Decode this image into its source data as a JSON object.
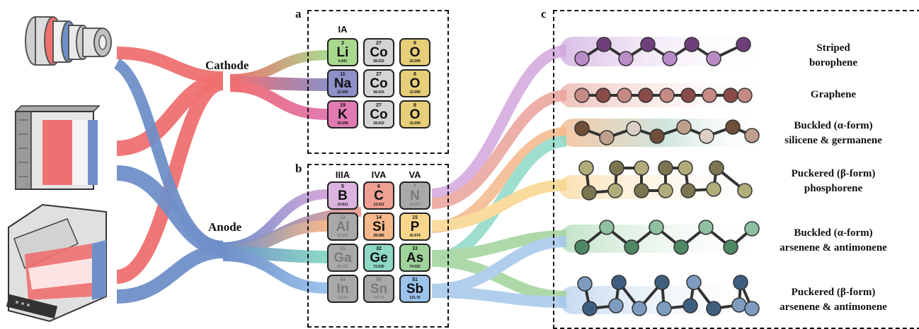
{
  "panels": {
    "a": "a",
    "b": "b",
    "c": "c"
  },
  "labels": {
    "cathode": "Cathode",
    "anode": "Anode"
  },
  "table_a": {
    "header": "IA",
    "rows": [
      [
        {
          "num": "3",
          "sym": "Li",
          "mass": "6.941",
          "color": "#a8d88e",
          "dim": false
        },
        {
          "num": "27",
          "sym": "Co",
          "mass": "58.933",
          "color": "#d4d4d4",
          "dim": false
        },
        {
          "num": "8",
          "sym": "O",
          "mass": "15.999",
          "color": "#e6cf78",
          "dim": false
        }
      ],
      [
        {
          "num": "11",
          "sym": "Na",
          "mass": "22.990",
          "color": "#8e8fc6",
          "dim": false
        },
        {
          "num": "27",
          "sym": "Co",
          "mass": "58.933",
          "color": "#d4d4d4",
          "dim": false
        },
        {
          "num": "8",
          "sym": "O",
          "mass": "15.999",
          "color": "#e6cf78",
          "dim": false
        }
      ],
      [
        {
          "num": "19",
          "sym": "K",
          "mass": "39.098",
          "color": "#e27ab3",
          "dim": false
        },
        {
          "num": "27",
          "sym": "Co",
          "mass": "58.933",
          "color": "#d4d4d4",
          "dim": false
        },
        {
          "num": "8",
          "sym": "O",
          "mass": "15.999",
          "color": "#e6cf78",
          "dim": false
        }
      ]
    ]
  },
  "table_b": {
    "headers": [
      "IIIA",
      "IVA",
      "VA"
    ],
    "rows": [
      [
        {
          "num": "5",
          "sym": "B",
          "mass": "10.811",
          "color": "#dcb3df",
          "dim": false
        },
        {
          "num": "6",
          "sym": "C",
          "mass": "12.011",
          "color": "#ef9f93",
          "dim": false
        },
        {
          "num": "7",
          "sym": "N",
          "mass": "14.007",
          "color": "#a9a9a9",
          "dim": true
        }
      ],
      [
        {
          "num": "13",
          "sym": "Al",
          "mass": "26.982",
          "color": "#a9a9a9",
          "dim": true
        },
        {
          "num": "14",
          "sym": "Si",
          "mass": "28.085",
          "color": "#f5b88b",
          "dim": false
        },
        {
          "num": "15",
          "sym": "P",
          "mass": "30.974",
          "color": "#f9d68c",
          "dim": false
        }
      ],
      [
        {
          "num": "31",
          "sym": "Ga",
          "mass": "69.723",
          "color": "#a9a9a9",
          "dim": true
        },
        {
          "num": "32",
          "sym": "Ge",
          "mass": "72.630",
          "color": "#8dd9c6",
          "dim": false
        },
        {
          "num": "33",
          "sym": "As",
          "mass": "74.922",
          "color": "#9fd39b",
          "dim": false
        }
      ],
      [
        {
          "num": "49",
          "sym": "In",
          "mass": "114.82",
          "color": "#a9a9a9",
          "dim": true
        },
        {
          "num": "50",
          "sym": "Sn",
          "mass": "118.71",
          "color": "#a9a9a9",
          "dim": true
        },
        {
          "num": "51",
          "sym": "Sb",
          "mass": "121.76",
          "color": "#9cc3ec",
          "dim": false
        }
      ]
    ]
  },
  "structures": [
    {
      "line1": "Striped",
      "line2": "borophene"
    },
    {
      "line1": "Graphene",
      "line2": ""
    },
    {
      "line1": "Buckled (α-form)",
      "line2": "silicene & germanene"
    },
    {
      "line1": "Puckered (β-form)",
      "line2": "phosphorene"
    },
    {
      "line1": "Buckled (α-form)",
      "line2": "arsenene & antimonene"
    },
    {
      "line1": "Puckered (β-form)",
      "line2": "arsenene & antimonene"
    }
  ],
  "colors": {
    "cathode_flow": "#ef7070",
    "anode_flow": "#6f8fc8",
    "borophene": "#c69ad6",
    "graphene": "#e8a8a0",
    "silicene": "#f0b890",
    "germanene": "#92dcc8",
    "phosphorene": "#f8d090",
    "arsenene": "#9fd6a8",
    "antimonene": "#a4c6ea"
  },
  "icons": [
    "coin-cell-battery-icon",
    "cylindrical-battery-icon",
    "pouch-cell-battery-icon"
  ]
}
